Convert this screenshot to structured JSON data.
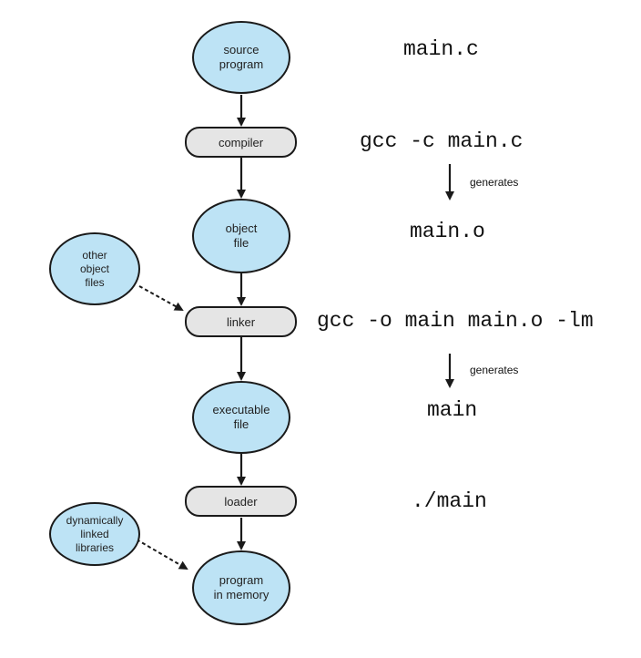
{
  "flow": {
    "source_program": "source\nprogram",
    "compiler": "compiler",
    "object_file": "object\nfile",
    "linker": "linker",
    "executable_file": "executable\nfile",
    "loader": "loader",
    "program_in_memory": "program\nin memory"
  },
  "inputs": {
    "other_object_files": "other\nobject\nfiles",
    "dynamically_linked_libraries": "dynamically\nlinked\nlibraries"
  },
  "commands": {
    "source_file": "main.c",
    "compile_cmd": "gcc -c main.c",
    "generates_1": "generates",
    "object_output": "main.o",
    "link_cmd": "gcc -o main main.o -lm",
    "generates_2": "generates",
    "executable_output": "main",
    "run_cmd": "./main"
  },
  "colors": {
    "ellipse_fill": "#bde3f5",
    "pill_fill": "#e5e5e5",
    "stroke": "#1a1a1a"
  }
}
